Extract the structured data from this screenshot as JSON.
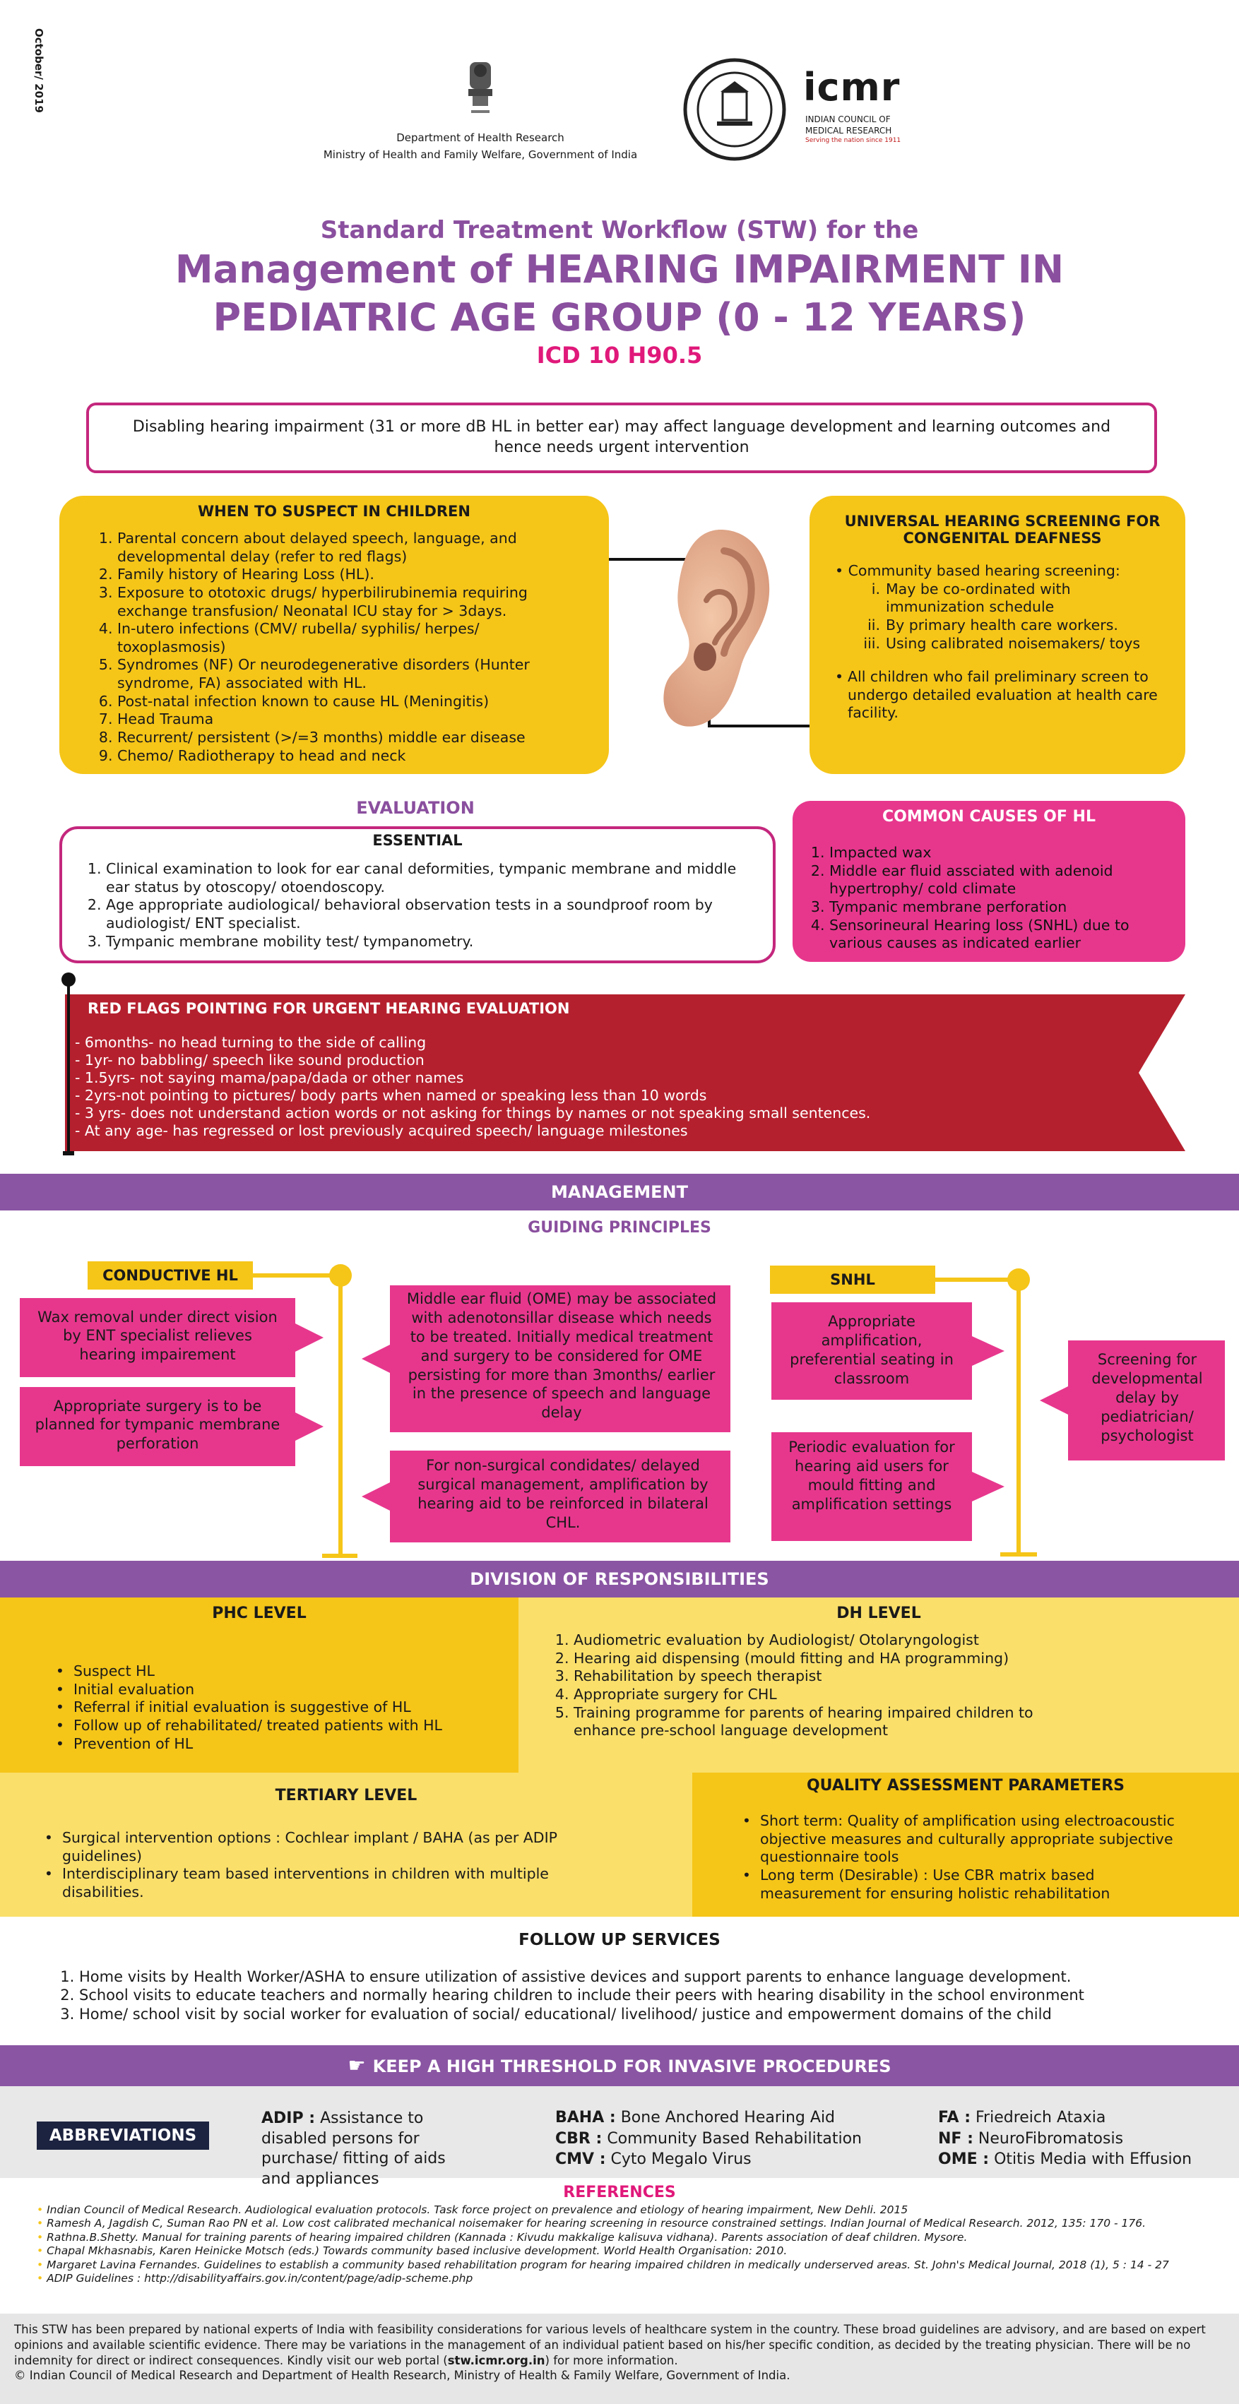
{
  "side_date": "October/ 2019",
  "header": {
    "dept_line1": "Department of Health Research",
    "dept_line2": "Ministry of Health and Family Welfare, Government of India",
    "icmr_logo": "icmr",
    "icmr_name_line1": "INDIAN COUNCIL OF",
    "icmr_name_line2": "MEDICAL RESEARCH",
    "icmr_tagline": "Serving the nation since 1911"
  },
  "title": {
    "line1": "Standard Treatment Workflow (STW) for the",
    "line2": "Management of HEARING IMPAIRMENT IN",
    "line3": "PEDIATRIC AGE GROUP (0 - 12 YEARS)",
    "icd": "ICD 10 H90.5"
  },
  "intro": "Disabling hearing impairment (31 or more dB HL in better ear) may affect language development and learning outcomes and hence needs urgent intervention",
  "suspect": {
    "title": "WHEN TO SUSPECT IN CHILDREN",
    "items": [
      "Parental concern about delayed speech, language, and developmental delay (refer to red flags)",
      "Family history of Hearing Loss (HL).",
      "Exposure to ototoxic drugs/ hyperbilirubinemia requiring exchange transfusion/ Neonatal ICU stay for > 3days.",
      "In-utero infections (CMV/ rubella/ syphilis/ herpes/ toxoplasmosis)",
      "Syndromes (NF) Or neurodegenerative disorders (Hunter syndrome, FA) associated with HL.",
      "Post-natal infection known to cause HL (Meningitis)",
      "Head Trauma",
      "Recurrent/ persistent (>/=3 months) middle ear disease",
      "Chemo/ Radiotherapy to head and neck"
    ]
  },
  "screening": {
    "title_line1": "UNIVERSAL HEARING SCREENING FOR",
    "title_line2": "CONGENITAL DEAFNESS",
    "community": "Community based hearing screening:",
    "sub": [
      {
        "n": "i.",
        "t": "May be co-ordinated with immunization schedule"
      },
      {
        "n": "ii.",
        "t": "By primary health care workers."
      },
      {
        "n": "iii.",
        "t": "Using calibrated noisemakers/ toys"
      }
    ],
    "fail": "All children who fail preliminary screen to undergo detailed evaluation at health care facility."
  },
  "evaluation": {
    "heading": "EVALUATION",
    "sub": "ESSENTIAL",
    "items": [
      "Clinical examination to look for ear canal deformities, tympanic membrane and middle ear status by otoscopy/ otoendoscopy.",
      "Age appropriate audiological/ behavioral observation tests in a soundproof room by audiologist/ ENT specialist.",
      "Tympanic membrane mobility test/ tympanometry."
    ]
  },
  "causes": {
    "title": "COMMON CAUSES OF HL",
    "items": [
      "Impacted wax",
      "Middle ear fluid assciated with adenoid hypertrophy/ cold climate",
      "Tympanic membrane perforation",
      "Sensorineural Hearing loss (SNHL) due to various causes as indicated earlier"
    ]
  },
  "redflags": {
    "title": "RED FLAGS POINTING FOR URGENT HEARING EVALUATION",
    "items": [
      "- 6months- no head turning to the side of calling",
      "- 1yr- no babbling/ speech like sound production",
      "- 1.5yrs- not saying mama/papa/dada or other names",
      "- 2yrs-not pointing to pictures/ body parts when named or speaking less than 10 words",
      "- 3 yrs- does not understand action words or not asking for things by names or not speaking small sentences.",
      "- At any age- has regressed or lost previously acquired speech/ language milestones"
    ]
  },
  "management": {
    "banner": "MANAGEMENT",
    "guiding": "GUIDING PRINCIPLES",
    "conductive_label": "CONDUCTIVE HL",
    "snhl_label": "SNHL",
    "wax": "Wax removal under direct vision by ENT specialist relieves hearing impairement",
    "surgery": "Appropriate surgery is to be planned for tympanic membrane perforation",
    "ome": "Middle ear fluid (OME) may be associated with adenotonsillar disease which needs to be treated. Initially medical treatment and surgery to be considered for OME persisting for more than 3months/ earlier in the presence of speech and language delay",
    "nonsurgical": "For non-surgical condidates/ delayed surgical management, amplification by hearing aid to be reinforced in bilateral CHL.",
    "amplification": "Appropriate amplification, preferential seating in classroom",
    "periodic": "Periodic evaluation for hearing aid users for mould fitting and amplification settings",
    "screening_dev": "Screening for developmental delay by pediatrician/ psychologist"
  },
  "responsibilities": {
    "banner": "DIVISION OF RESPONSIBILITIES",
    "phc_title": "PHC LEVEL",
    "phc_items": [
      "Suspect HL",
      "Initial evaluation",
      "Referral if initial evaluation is suggestive of HL",
      "Follow up of rehabilitated/ treated patients with HL",
      "Prevention of HL"
    ],
    "dh_title": "DH LEVEL",
    "dh_items": [
      "Audiometric evaluation by Audiologist/ Otolaryngologist",
      "Hearing aid dispensing (mould fitting and HA programming)",
      "Rehabilitation by speech therapist",
      "Appropriate surgery for CHL",
      "Training programme for parents of hearing impaired children to enhance pre-school language development"
    ],
    "tertiary_title": "TERTIARY LEVEL",
    "tertiary_items": [
      "Surgical intervention options : Cochlear implant / BAHA (as per ADIP guidelines)",
      "Interdisciplinary team based interventions in children with multiple disabilities."
    ],
    "quality_title": "QUALITY ASSESSMENT PARAMETERS",
    "quality_items": [
      "Short term: Quality of amplification using electroacoustic objective measures and culturally appropriate subjective questionnaire tools",
      "Long term (Desirable) : Use CBR matrix based measurement for ensuring holistic rehabilitation"
    ]
  },
  "followup": {
    "title": "FOLLOW UP SERVICES",
    "items": [
      "Home visits by Health Worker/ASHA to ensure utilization of assistive devices and support parents to enhance language development.",
      "School visits to educate teachers and normally hearing children to include their peers with hearing disability in the school environment",
      "Home/ school visit by social worker for evaluation of social/ educational/ livelihood/ justice and empowerment domains of the child"
    ]
  },
  "threshold": "KEEP A HIGH THRESHOLD FOR INVASIVE PROCEDURES",
  "abbreviations": {
    "label": "ABBREVIATIONS",
    "adip_key": "ADIP :",
    "adip_val": "Assistance to disabled persons for purchase/ fitting of aids and appliances",
    "col2": [
      {
        "k": "BAHA :",
        "v": "Bone Anchored Hearing Aid"
      },
      {
        "k": "CBR :",
        "v": "Community Based Rehabilitation"
      },
      {
        "k": "CMV :",
        "v": "Cyto Megalo Virus"
      }
    ],
    "col3": [
      {
        "k": "FA :",
        "v": "Friedreich Ataxia"
      },
      {
        "k": "NF :",
        "v": "NeuroFibromatosis"
      },
      {
        "k": "OME :",
        "v": "Otitis Media with Effusion"
      }
    ]
  },
  "references": {
    "title": "REFERENCES",
    "items": [
      "Indian Council of Medical Research. Audiological evaluation protocols. Task force project on prevalence and etiology of hearing impairment, New Dehli. 2015",
      "Ramesh A, Jagdish C, Suman Rao PN et al. Low cost calibrated mechanical noisemaker for hearing screening in resource constrained settings. Indian Journal of Medical Research. 2012, 135: 170 - 176.",
      "Rathna.B.Shetty. Manual for training parents of hearing impaired children (Kannada : Kivudu makkalige kalisuva vidhana). Parents association of deaf children. Mysore.",
      "Chapal Mkhasnabis, Karen Heinicke Motsch (eds.) Towards community based inclusive development. World Health Organisation: 2010.",
      "Margaret Lavina Fernandes. Guidelines to establish a community based rehabilitation program for hearing impaired children in medically underserved areas. St. John's Medical Journal, 2018 (1), 5 : 14 - 27",
      "ADIP Guidelines : http://disabilityaffairs.gov.in/content/page/adip-scheme.php"
    ]
  },
  "disclaimer": {
    "text": "This STW has been prepared by national experts of India with feasibility considerations for various levels of healthcare system in the country. These broad guidelines are advisory, and are based on expert opinions and available scientific evidence. There may be variations in the management of an individual patient based on his/her specific condition, as decided by the treating physician. There will be no indemnity for direct or indirect consequences. Kindly visit our web portal (",
    "link": "stw.icmr.org.in",
    "text_end": ") for more information.",
    "copyright": "© Indian Council of Medical Research and Department of Health Research, Ministry of Health & Family Welfare, Government of India."
  },
  "colors": {
    "purple": "#8a55a3",
    "pink": "#e7378d",
    "yellow": "#f5c518",
    "red": "#b5202e"
  }
}
